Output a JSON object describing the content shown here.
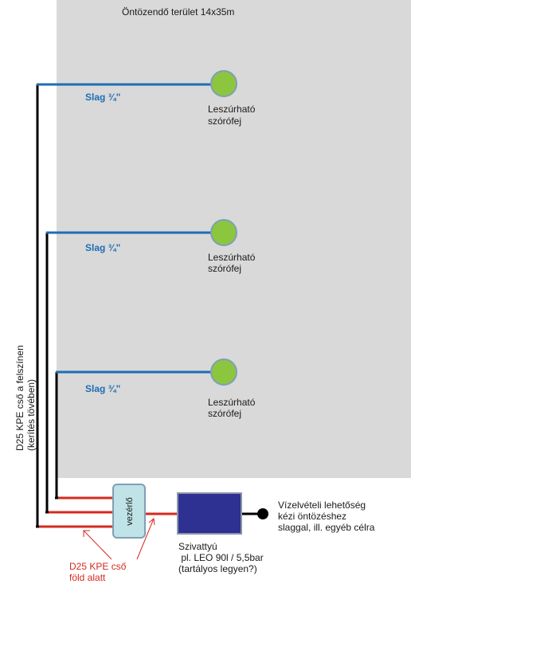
{
  "area": {
    "title": "Öntözendő terület 14x35m",
    "fill_color": "#d9d9d9"
  },
  "branches": [
    {
      "hose_label": "Slag ¾\"",
      "sprinkler_line1": "Leszúrható",
      "sprinkler_line2": "szórófej"
    },
    {
      "hose_label": "Slag ¾\"",
      "sprinkler_line1": "Leszúrható",
      "sprinkler_line2": "szórófej"
    },
    {
      "hose_label": "Slag ¾\"",
      "sprinkler_line1": "Leszúrható",
      "sprinkler_line2": "szórófej"
    }
  ],
  "surface_pipe": {
    "line1": "D25 KPE cső a felszínen",
    "line2": "(kerítés tövében)"
  },
  "controller": {
    "label": "vezérlő",
    "fill_color": "#bfe3e6"
  },
  "underground_pipe": {
    "line1": "D25 KPE cső",
    "line2": "föld alatt",
    "color": "#d42a1e"
  },
  "pump": {
    "line1": "Szivattyú",
    "line2": " pl. LEO 90l / 5,5bar",
    "line3": "(tartályos legyen?)",
    "fill_color": "#2e3192"
  },
  "outlet": {
    "line1": "Vízelvételi lehetőség",
    "line2": "kézi öntözéshez",
    "line3": "slaggal, ill. egyéb célra"
  },
  "colors": {
    "hose": "#1f6db5",
    "sprinkler": "#8cc63f",
    "sprinkler_border": "#7f9fb5",
    "pipe_black": "#000000"
  }
}
